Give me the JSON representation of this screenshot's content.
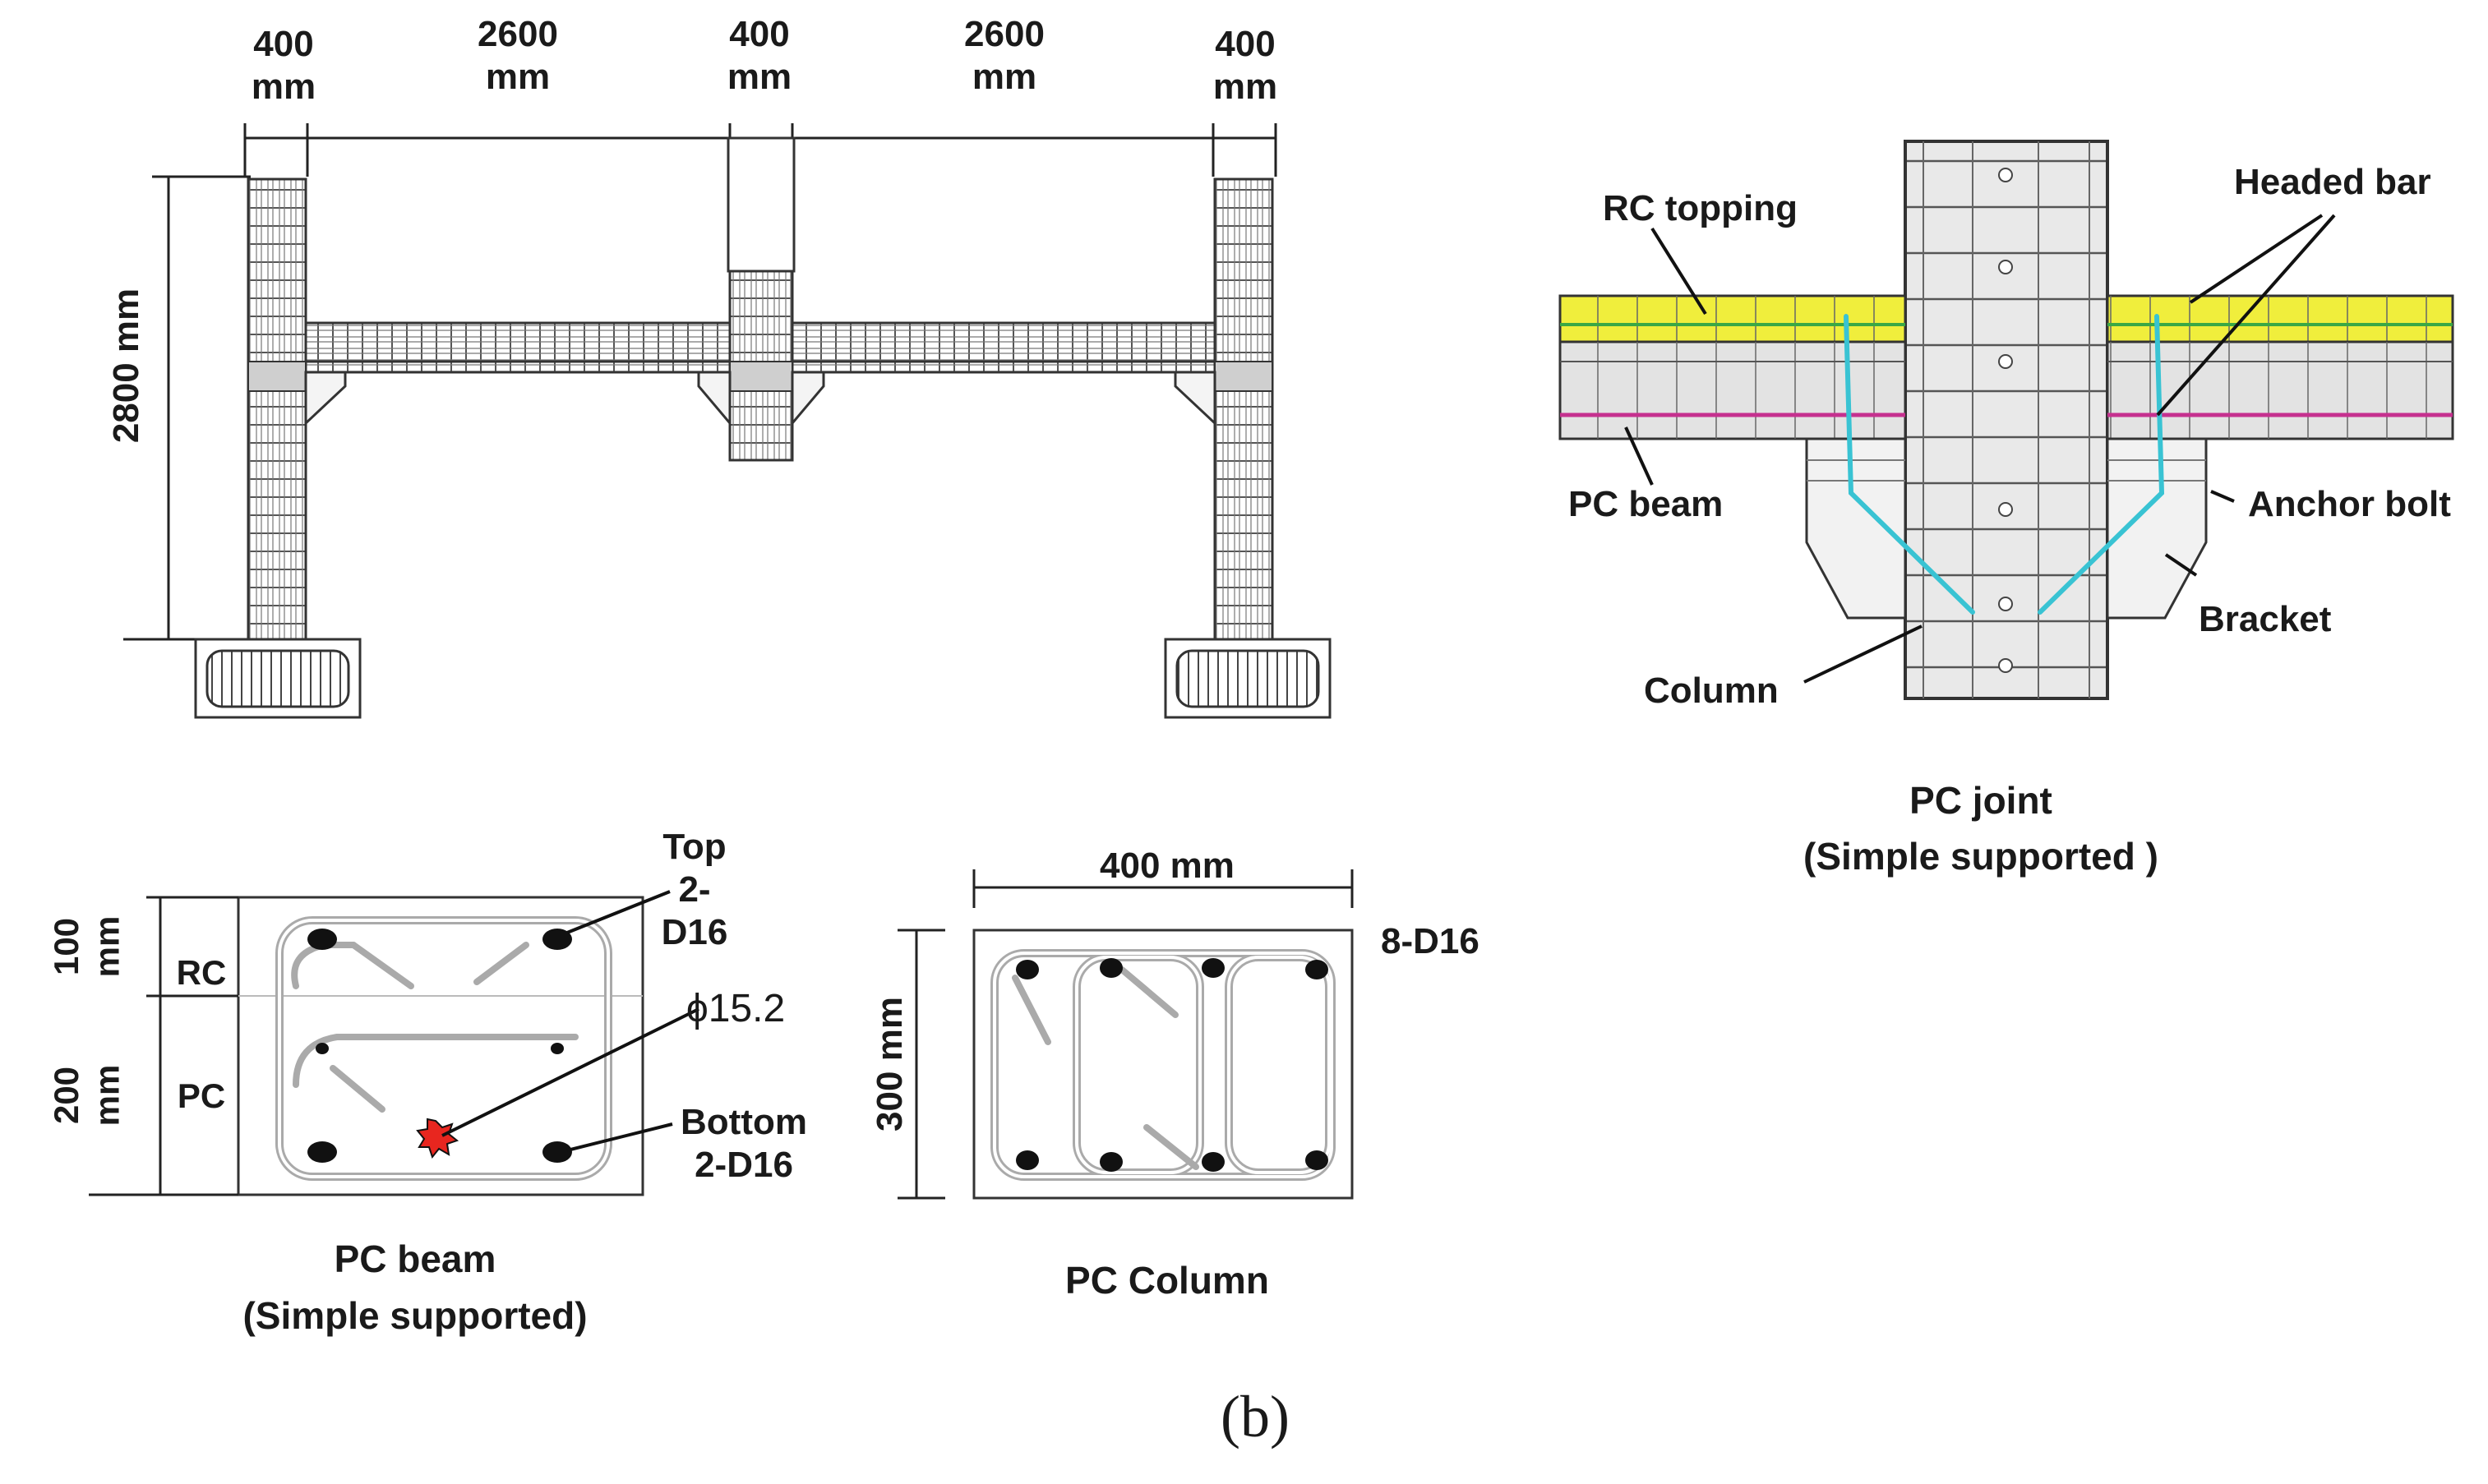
{
  "frame": {
    "dims": {
      "col_left_width": "400\nmm",
      "span_left": "2600\nmm",
      "col_mid_width": "400\nmm",
      "span_right": "2600\nmm",
      "col_right_width": "400\nmm",
      "height": "2800 mm"
    }
  },
  "joint": {
    "labels": {
      "rc_topping": "RC topping",
      "headed_bar": "Headed bar",
      "pc_beam": "PC beam",
      "anchor_bolt": "Anchor bolt",
      "bracket": "Bracket",
      "column": "Column"
    },
    "caption_line1": "PC joint",
    "caption_line2": "(Simple supported )"
  },
  "beam_section": {
    "dim_top": "100\nmm",
    "dim_bottom": "200\nmm",
    "zone_rc": "RC",
    "zone_pc": "PC",
    "top_bars": "Top\n2-\nD16",
    "strand": "ϕ15.2",
    "bottom_bars": "Bottom\n2-D16",
    "caption_line1": "PC beam",
    "caption_line2": "(Simple supported)"
  },
  "column_section": {
    "dim_width": "400 mm",
    "dim_height": "300 mm",
    "bars": "8-D16",
    "caption": "PC Column"
  },
  "figure_label": "(b)",
  "colors": {
    "topping": "#f0ee3c",
    "headed_bar": "#39c3d3",
    "strand_marker": "#e8261f",
    "rebar_line": "#c6318f",
    "green_line": "#3aa845",
    "concrete_fill": "#e9e9e9"
  }
}
